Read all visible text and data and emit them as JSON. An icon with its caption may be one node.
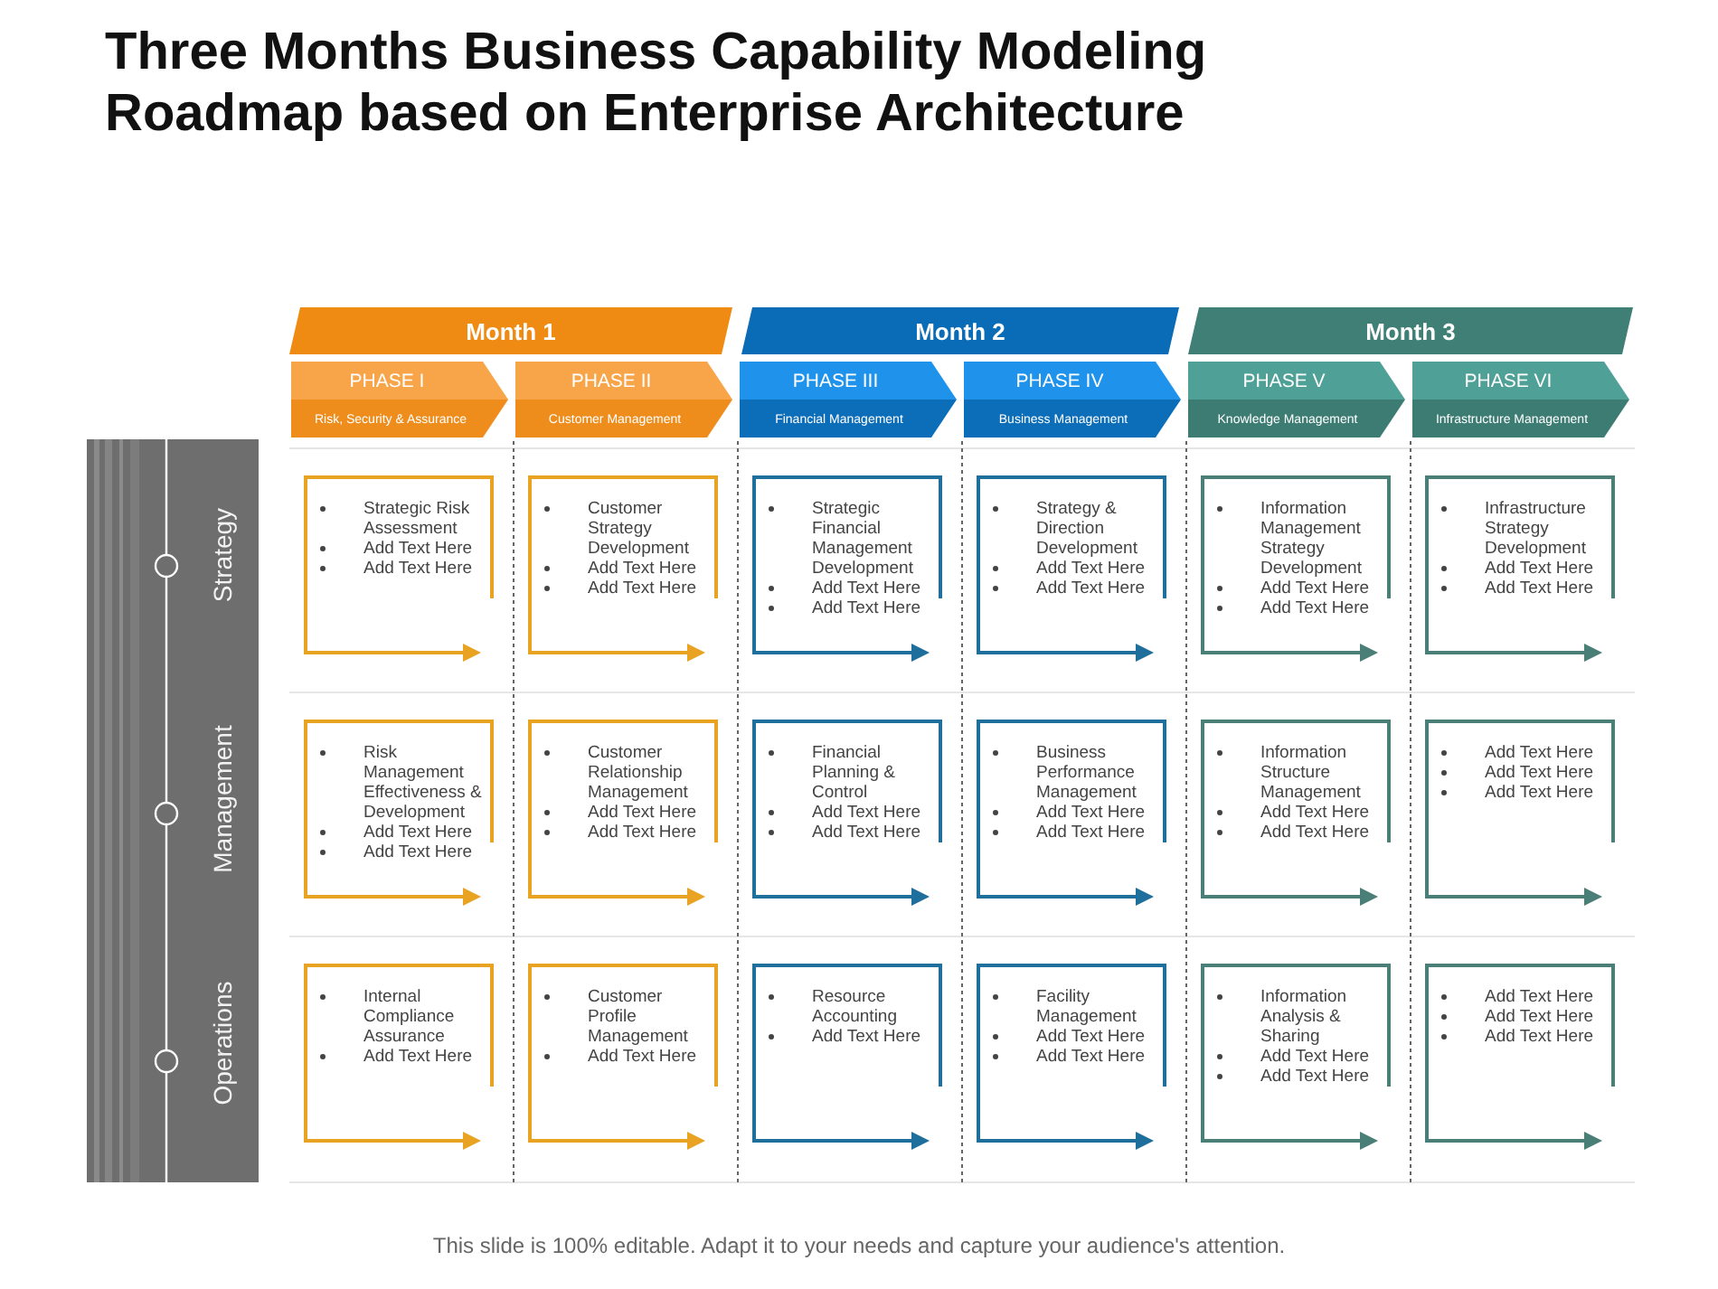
{
  "diagram": {
    "title": "Three Months Business Capability Modeling Roadmap based on Enterprise Architecture",
    "caption": "This slide is 100% editable. Adapt it to your needs and capture your audience's attention.",
    "nodes": [
      {
        "text": [
          "Month 1"
        ]
      },
      {
        "text": [
          "Month 2"
        ]
      },
      {
        "text": [
          "Month 3"
        ]
      },
      {
        "text": [
          "PHASE I",
          "Risk, Security & Assurance"
        ]
      },
      {
        "text": [
          "PHASE II",
          "Customer Management"
        ]
      },
      {
        "text": [
          "PHASE III",
          "Financial Management"
        ]
      },
      {
        "text": [
          "PHASE IV",
          "Business Management"
        ]
      },
      {
        "text": [
          "PHASE V",
          "Knowledge Management"
        ]
      },
      {
        "text": [
          "PHASE VI",
          "Infrastructure Management"
        ]
      },
      {
        "text": [
          "Strategic Risk Assessment",
          "Add Text Here",
          "Add Text Here"
        ]
      },
      {
        "text": [
          "Customer Strategy Development",
          "Add Text Here",
          "Add Text Here"
        ]
      },
      {
        "text": [
          "Strategic Financial Management Development",
          "Add Text Here",
          "Add Text Here"
        ]
      },
      {
        "text": [
          "Strategy & Direction Development",
          "Add Text Here",
          "Add Text Here"
        ]
      },
      {
        "text": [
          "Information Management Strategy Development",
          "Add Text Here",
          "Add Text Here"
        ]
      },
      {
        "text": [
          "Infrastructure Strategy Development",
          "Add Text Here",
          "Add Text Here"
        ]
      },
      {
        "text": [
          "Risk Management Effectiveness & Development",
          "Add Text Here",
          "Add Text Here"
        ]
      },
      {
        "text": [
          "Customer Relationship Management",
          "Add Text Here",
          "Add Text Here"
        ]
      },
      {
        "text": [
          "Financial Planning & Control",
          "Add Text Here",
          "Add Text Here"
        ]
      },
      {
        "text": [
          "Business Performance Management",
          "Add Text Here",
          "Add Text Here"
        ]
      },
      {
        "text": [
          "Information Structure Management",
          "Add Text Here",
          "Add Text Here"
        ]
      },
      {
        "text": [
          "Add Text Here",
          "Add Text Here",
          "Add Text Here"
        ]
      },
      {
        "text": [
          "Internal Compliance Assurance",
          "Add Text Here"
        ]
      },
      {
        "text": [
          "Customer Profile Management",
          "Add Text Here"
        ]
      },
      {
        "text": [
          "Resource Accounting",
          "Add Text Here"
        ]
      },
      {
        "text": [
          "Facility Management",
          "Add Text Here",
          "Add Text Here"
        ]
      },
      {
        "text": [
          "Information Analysis & Sharing",
          "Add Text Here",
          "Add Text Here"
        ]
      },
      {
        "text": [
          "Add Text Here",
          "Add Text Here",
          "Add Text Here"
        ]
      }
    ],
    "labels": [
      "Strategy",
      "Management",
      "Operations"
    ]
  }
}
